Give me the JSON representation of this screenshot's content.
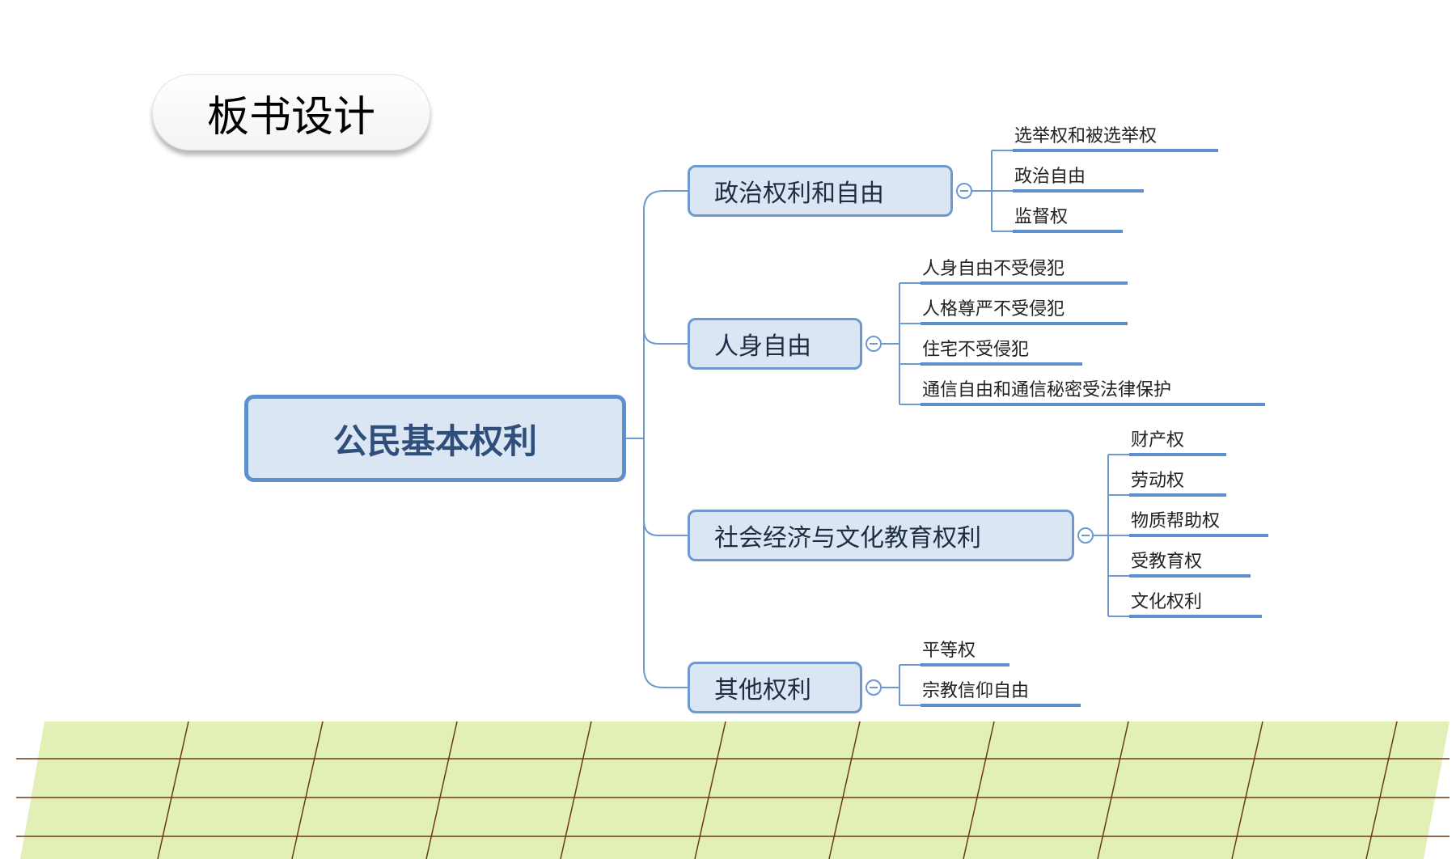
{
  "title": "板书设计",
  "mindmap": {
    "root": "公民基本权利",
    "branches": [
      {
        "label": "政治权利和自由",
        "items": [
          "选举权和被选举权",
          "政治自由",
          "监督权"
        ]
      },
      {
        "label": "人身自由",
        "items": [
          "人身自由不受侵犯",
          "人格尊严不受侵犯",
          "住宅不受侵犯",
          "通信自由和通信秘密受法律保护"
        ]
      },
      {
        "label": "社会经济与文化教育权利",
        "items": [
          "财产权",
          "劳动权",
          "物质帮助权",
          "受教育权",
          "文化权利"
        ]
      },
      {
        "label": "其他权利",
        "items": [
          "平等权",
          "宗教信仰自由"
        ]
      }
    ]
  },
  "colors": {
    "node_fill": "#dbe6f4",
    "node_border": "#5d8fcf",
    "connector": "#6e99cf",
    "grid_fill": "#e2efb6",
    "grid_line": "#6b3a12"
  }
}
